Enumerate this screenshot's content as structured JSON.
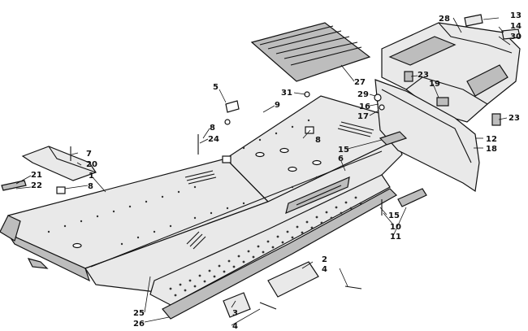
{
  "callouts": [
    {
      "id": "c1",
      "label": "1"
    },
    {
      "id": "c2",
      "label": "2"
    },
    {
      "id": "c3",
      "label": "3"
    },
    {
      "id": "c4a",
      "label": "4"
    },
    {
      "id": "c4b",
      "label": "4"
    },
    {
      "id": "c5",
      "label": "5"
    },
    {
      "id": "c6",
      "label": "6"
    },
    {
      "id": "c7",
      "label": "7"
    },
    {
      "id": "c8a",
      "label": "8"
    },
    {
      "id": "c8b",
      "label": "8"
    },
    {
      "id": "c8c",
      "label": "8"
    },
    {
      "id": "c9",
      "label": "9"
    },
    {
      "id": "c10",
      "label": "10"
    },
    {
      "id": "c11",
      "label": "11"
    },
    {
      "id": "c12",
      "label": "12"
    },
    {
      "id": "c13",
      "label": "13"
    },
    {
      "id": "c14",
      "label": "14"
    },
    {
      "id": "c15a",
      "label": "15"
    },
    {
      "id": "c15b",
      "label": "15"
    },
    {
      "id": "c16",
      "label": "16"
    },
    {
      "id": "c17",
      "label": "17"
    },
    {
      "id": "c18",
      "label": "18"
    },
    {
      "id": "c19",
      "label": "19"
    },
    {
      "id": "c20",
      "label": "20"
    },
    {
      "id": "c21",
      "label": "21"
    },
    {
      "id": "c22",
      "label": "22"
    },
    {
      "id": "c23a",
      "label": "23"
    },
    {
      "id": "c23b",
      "label": "23"
    },
    {
      "id": "c24",
      "label": "24"
    },
    {
      "id": "c25",
      "label": "25"
    },
    {
      "id": "c26",
      "label": "26"
    },
    {
      "id": "c27",
      "label": "27"
    },
    {
      "id": "c28",
      "label": "28"
    },
    {
      "id": "c29",
      "label": "29"
    },
    {
      "id": "c30",
      "label": "30"
    },
    {
      "id": "c31",
      "label": "31"
    }
  ]
}
